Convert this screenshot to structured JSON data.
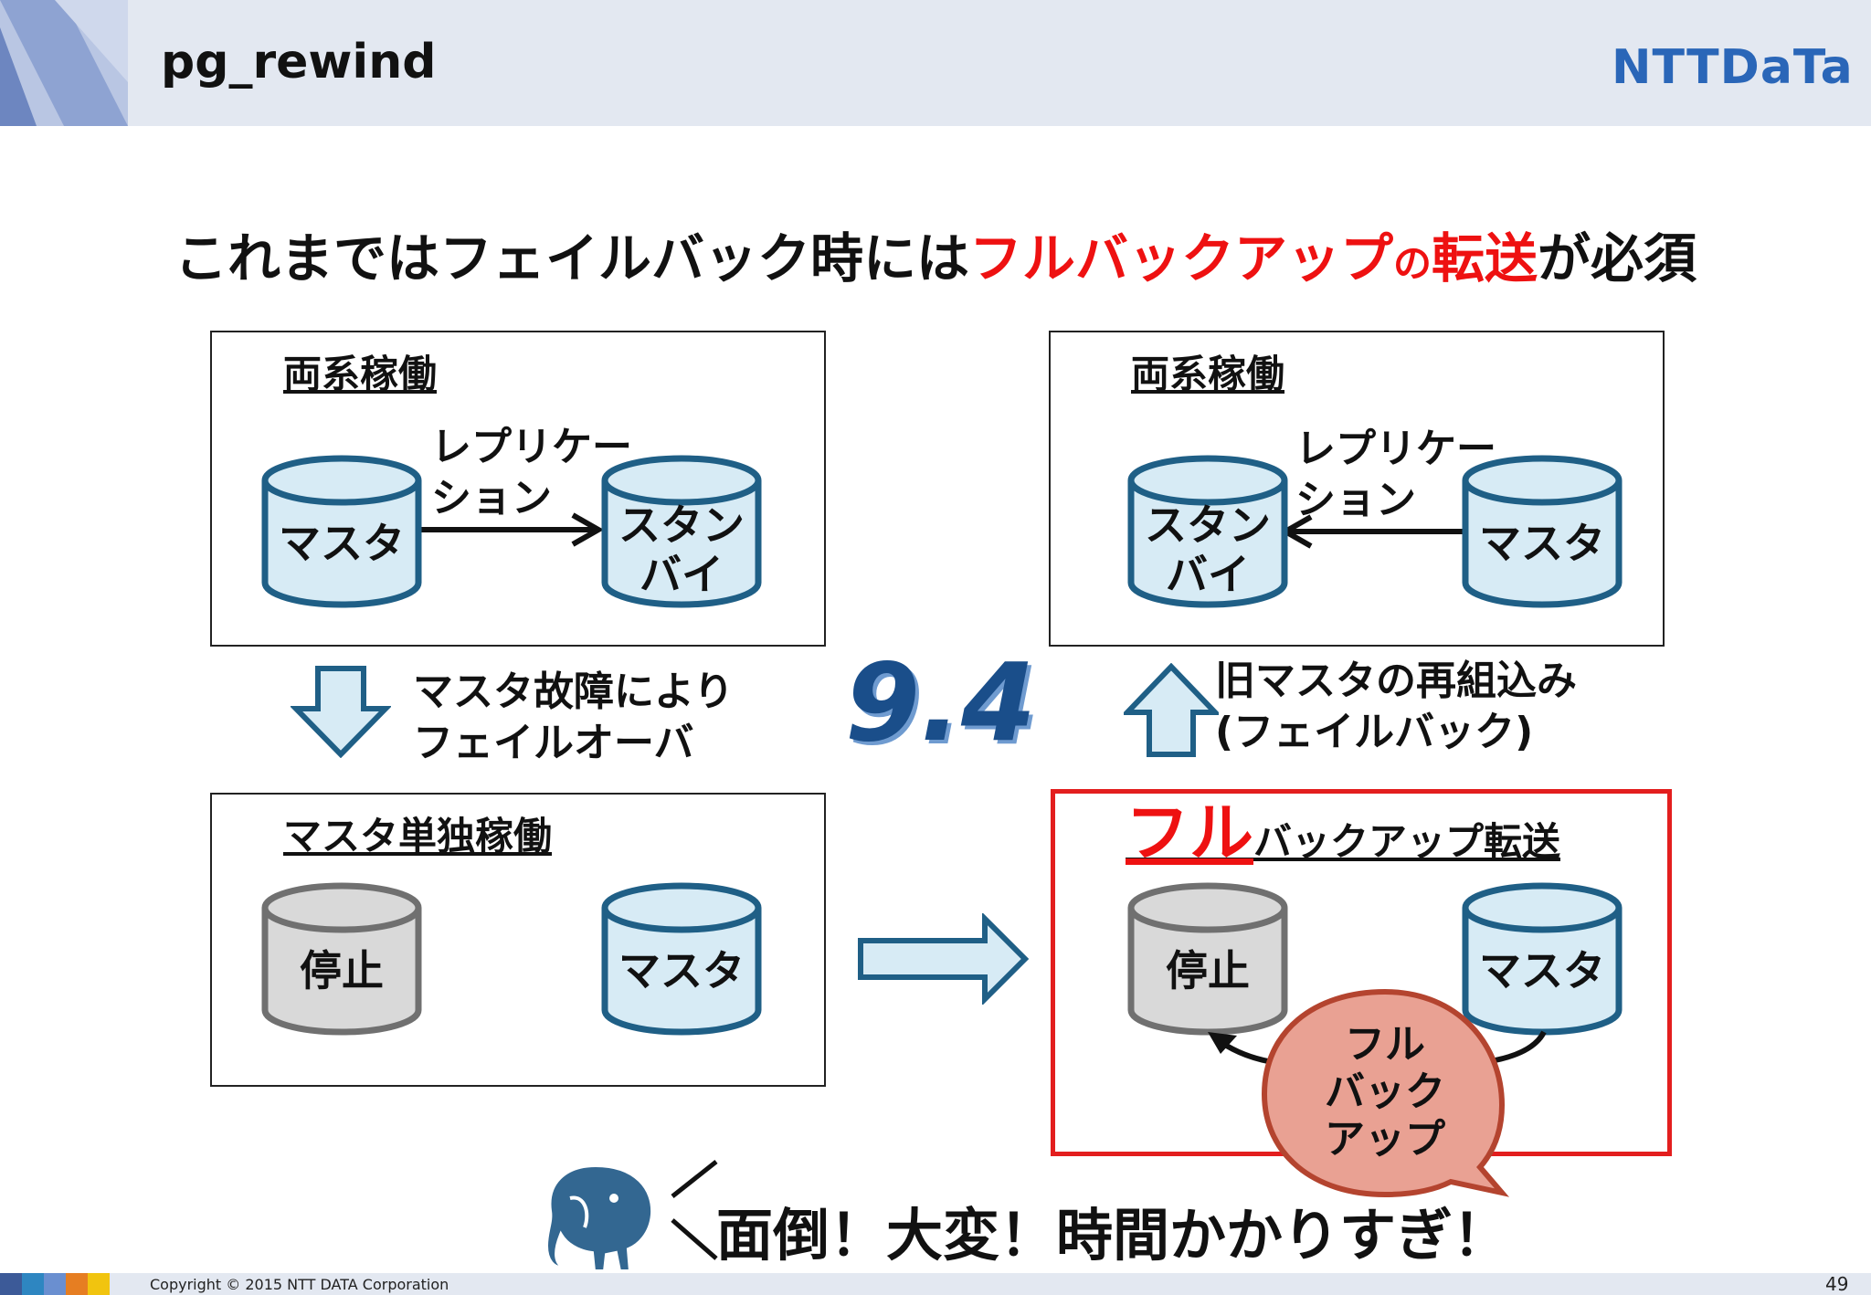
{
  "header": {
    "title": "pg_rewind",
    "brand": "NTTDaTa"
  },
  "headline": {
    "part1": "これまではフェイルバック時には",
    "part2": "フルバックアップ",
    "part3": "の",
    "part4": "転送",
    "part5": "が必須"
  },
  "top_left": {
    "title": "両系稼働",
    "master": "マスタ",
    "standby_line1": "スタン",
    "standby_line2": "バイ",
    "replication_line1": "レプリケー",
    "replication_line2": "ション"
  },
  "top_right": {
    "title": "両系稼働",
    "master": "マスタ",
    "standby_line1": "スタン",
    "standby_line2": "バイ",
    "replication_line1": "レプリケー",
    "replication_line2": "ション"
  },
  "failover": {
    "line1": "マスタ故障により",
    "line2": "フェイルオーバ"
  },
  "failback": {
    "line1": "旧マスタの再組込み",
    "line2": "(フェイルバック)"
  },
  "version": "9.4",
  "bottom_left": {
    "title": "マスタ単独稼働",
    "stopped": "停止",
    "master": "マスタ"
  },
  "bottom_right": {
    "title_red": "フル",
    "title_rest": "バックアップ転送",
    "stopped": "停止",
    "master": "マスタ",
    "bubble_line1": "フル",
    "bubble_line2": "バック",
    "bubble_line3": "アップ"
  },
  "bottom": {
    "message": "面倒！大変！時間かかりすぎ！"
  },
  "footer": {
    "copyright": "Copyright © 2015 NTT DATA Corporation",
    "page": "49"
  },
  "colors": {
    "db_blue_fill": "#d7ebf5",
    "db_blue_stroke": "#1f5f86",
    "db_gray_fill": "#d9d9d9",
    "db_gray_stroke": "#707070",
    "accent_red": "#ee1111",
    "bubble_fill": "#e9a193",
    "bubble_stroke": "#b4442f"
  }
}
